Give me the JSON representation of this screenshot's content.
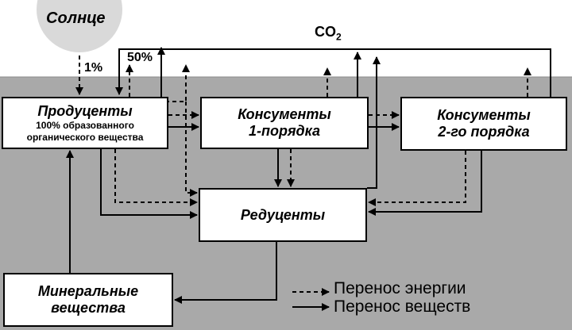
{
  "colors": {
    "background_top": "#ffffff",
    "background_bottom": "#a9a9a9",
    "sun": "#d9d9d9",
    "box_fill": "#ffffff",
    "line": "#000000"
  },
  "sun": {
    "label": "Солнце"
  },
  "co2": {
    "label": "CO",
    "subscript": "2"
  },
  "percent_1": "1%",
  "percent_50": "50%",
  "producers": {
    "title": "Продуценты",
    "line1": "100% образованного",
    "line2": "органического вещества"
  },
  "consumers1": {
    "line1": "Консументы",
    "line2": "1-порядка"
  },
  "consumers2": {
    "line1": "Консументы",
    "line2": "2-го порядка"
  },
  "reducers": {
    "title": "Редуценты"
  },
  "minerals": {
    "line1": "Минеральные",
    "line2": "вещества"
  },
  "legend": {
    "energy_label": "Перенос энергии",
    "matter_label": "Перенос веществ"
  }
}
